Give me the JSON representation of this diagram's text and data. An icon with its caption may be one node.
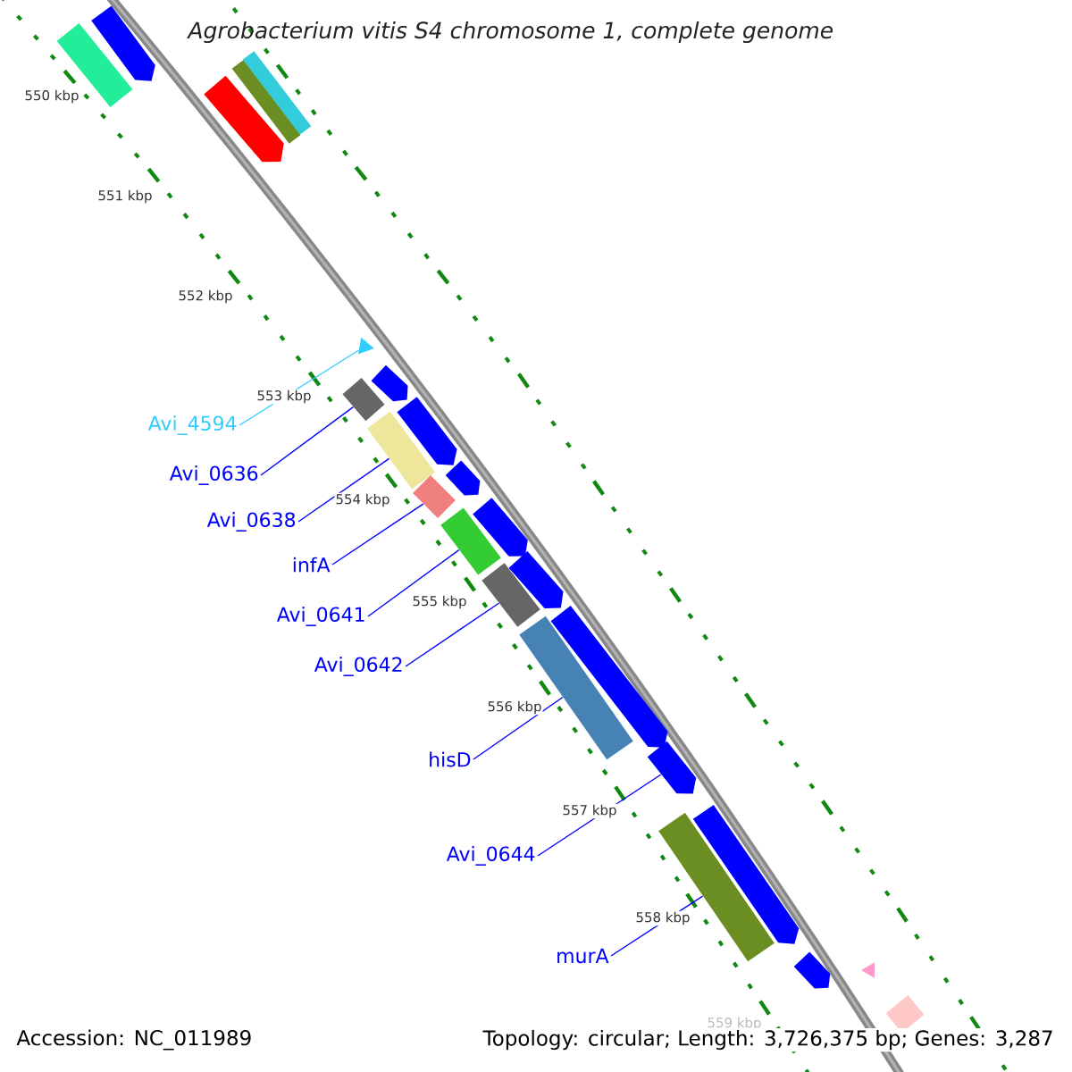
{
  "diagram": {
    "title": "Agrobacterium vitis S4 chromosome 1, complete genome",
    "nodes": [
      {
        "text": [
          "Avi_4594"
        ]
      },
      {
        "text": [
          "Avi_0636"
        ]
      },
      {
        "text": [
          "Avi_0638"
        ]
      },
      {
        "text": [
          "infA"
        ]
      },
      {
        "text": [
          "Avi_0641"
        ]
      },
      {
        "text": [
          "Avi_0642"
        ]
      },
      {
        "text": [
          "hisD"
        ]
      },
      {
        "text": [
          "Avi_0644"
        ]
      },
      {
        "text": [
          "murA"
        ]
      },
      {
        "text": [],
        "shape": "triangle"
      },
      {
        "text": [],
        "shape": "bar"
      },
      {
        "text": [],
        "shape": "bar"
      },
      {
        "text": [],
        "shape": "bar"
      },
      {
        "text": [],
        "shape": "bar"
      },
      {
        "text": [],
        "shape": "bar"
      },
      {
        "text": [],
        "shape": "bar"
      },
      {
        "text": [],
        "shape": "arrow"
      },
      {
        "text": [],
        "shape": "bar"
      },
      {
        "text": [],
        "shape": "arrow"
      },
      {
        "text": [],
        "shape": "bar"
      },
      {
        "text": [],
        "shape": "bar"
      },
      {
        "text": [],
        "shape": "bar"
      },
      {
        "text": [],
        "shape": "arrow"
      },
      {
        "text": [],
        "shape": "arrow"
      },
      {
        "text": [],
        "shape": "arrow"
      },
      {
        "text": [],
        "shape": "arrow"
      },
      {
        "text": [],
        "shape": "arrow"
      },
      {
        "text": [],
        "shape": "arrow"
      },
      {
        "text": [],
        "shape": "arrow"
      },
      {
        "text": [],
        "shape": "arrow"
      },
      {
        "text": [],
        "shape": "arrow"
      },
      {
        "text": [],
        "shape": "triangle"
      },
      {
        "text": [],
        "shape": "bar"
      }
    ],
    "edges": [
      {
        "from": 0,
        "to": 9,
        "arrow": "none",
        "color": "#33ccff"
      },
      {
        "from": 1,
        "to": 10,
        "arrow": "none"
      },
      {
        "from": 2,
        "to": 11,
        "arrow": "none"
      },
      {
        "from": 3,
        "to": 12,
        "arrow": "none"
      },
      {
        "from": 4,
        "to": 13,
        "arrow": "none"
      },
      {
        "from": 5,
        "to": 14,
        "arrow": "none"
      },
      {
        "from": 6,
        "to": 15,
        "arrow": "none"
      },
      {
        "from": 7,
        "to": 16,
        "arrow": "none"
      },
      {
        "from": 8,
        "to": 17,
        "arrow": "none"
      }
    ],
    "labels": [
      "550 kbp",
      "551 kbp",
      "552 kbp",
      "553 kbp",
      "554 kbp",
      "555 kbp",
      "556 kbp",
      "557 kbp",
      "558 kbp",
      "559 kbp",
      "Accession: NC_011989",
      "Topology: circular; Length: 3,726,375 bp; Genes: 3,287"
    ]
  }
}
